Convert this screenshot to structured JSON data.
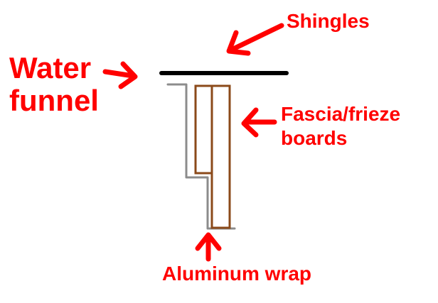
{
  "labels": {
    "shingles": "Shingles",
    "water_funnel_line1": "Water",
    "water_funnel_line2": "funnel",
    "fascia_line1": "Fascia/frieze",
    "fascia_line2": "boards",
    "aluminum_wrap": "Aluminum wrap"
  },
  "colors": {
    "label_text": "#ff0000",
    "arrows": "#ff0000",
    "shingle_line": "#000000",
    "aluminum_wrap": "#8c8c8c",
    "fascia_boards": "#8b4a1a",
    "background": "#ffffff"
  }
}
